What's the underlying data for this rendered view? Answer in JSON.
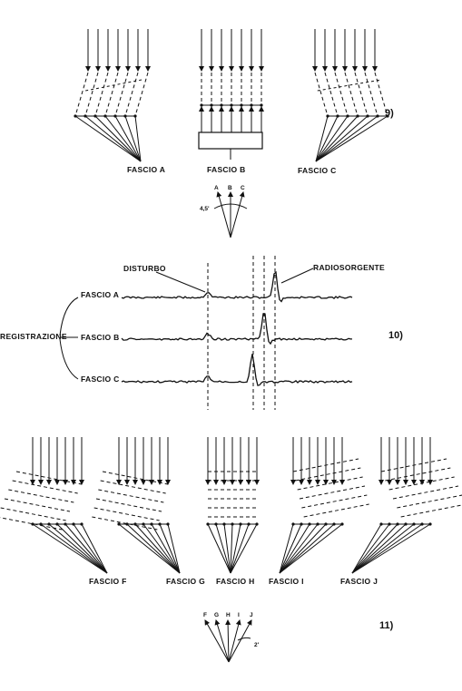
{
  "fig9": {
    "number": "9)",
    "beams": [
      "FASCIO  A",
      "FASCIO  B",
      "FASCIO  C"
    ],
    "direction_letters": [
      "A",
      "B",
      "C"
    ],
    "angle": "4,5'"
  },
  "fig10": {
    "number": "10)",
    "registrazione": "REGISTRAZIONE",
    "disturbo": "DISTURBO",
    "radiosorgente": "RADIOSORGENTE",
    "traces": [
      "FASCIO  A",
      "FASCIO  B",
      "FASCIO  C"
    ]
  },
  "fig11": {
    "number": "11)",
    "beams": [
      "FASCIO  F",
      "FASCIO  G",
      "FASCIO  H",
      "FASCIO  I",
      "FASCIO  J"
    ],
    "direction_letters": [
      "F",
      "G",
      "H",
      "I",
      "J"
    ],
    "angle": "2'"
  },
  "colors": {
    "ink": "#111111",
    "paper": "#ffffff"
  }
}
